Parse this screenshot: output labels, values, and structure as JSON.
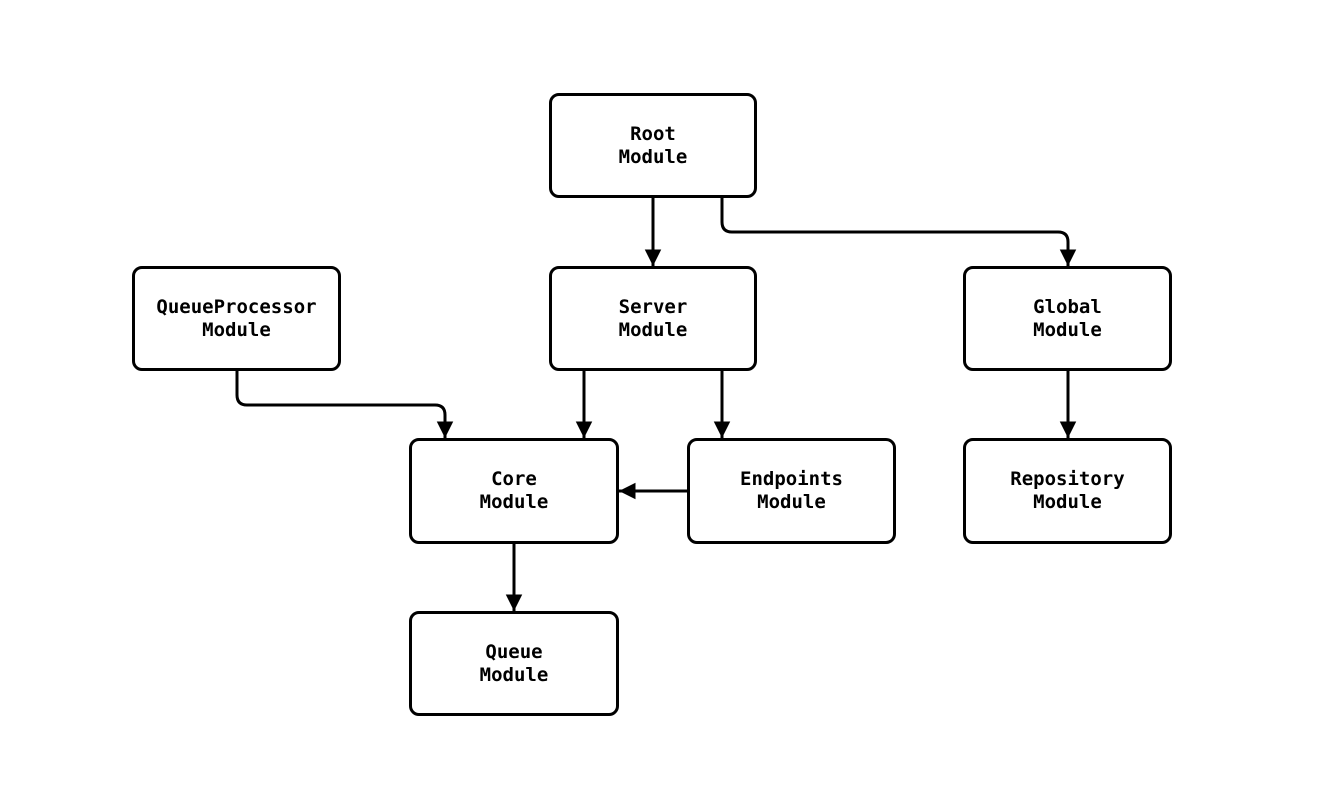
{
  "diagram": {
    "type": "flowchart",
    "background_color": "#ffffff",
    "node_fill_color": "#ffffff",
    "stroke_color": "#000000",
    "nodes": {
      "root": {
        "label": "Root\nModule"
      },
      "queue_processor": {
        "label": "QueueProcessor\nModule"
      },
      "server": {
        "label": "Server\nModule"
      },
      "global": {
        "label": "Global\nModule"
      },
      "core": {
        "label": "Core\nModule"
      },
      "endpoints": {
        "label": "Endpoints\nModule"
      },
      "repository": {
        "label": "Repository\nModule"
      },
      "queue": {
        "label": "Queue\nModule"
      }
    },
    "edges": [
      {
        "from": "root",
        "to": "server"
      },
      {
        "from": "root",
        "to": "global"
      },
      {
        "from": "queue_processor",
        "to": "core"
      },
      {
        "from": "server",
        "to": "core"
      },
      {
        "from": "server",
        "to": "endpoints"
      },
      {
        "from": "endpoints",
        "to": "core"
      },
      {
        "from": "core",
        "to": "queue"
      },
      {
        "from": "global",
        "to": "repository"
      }
    ]
  }
}
